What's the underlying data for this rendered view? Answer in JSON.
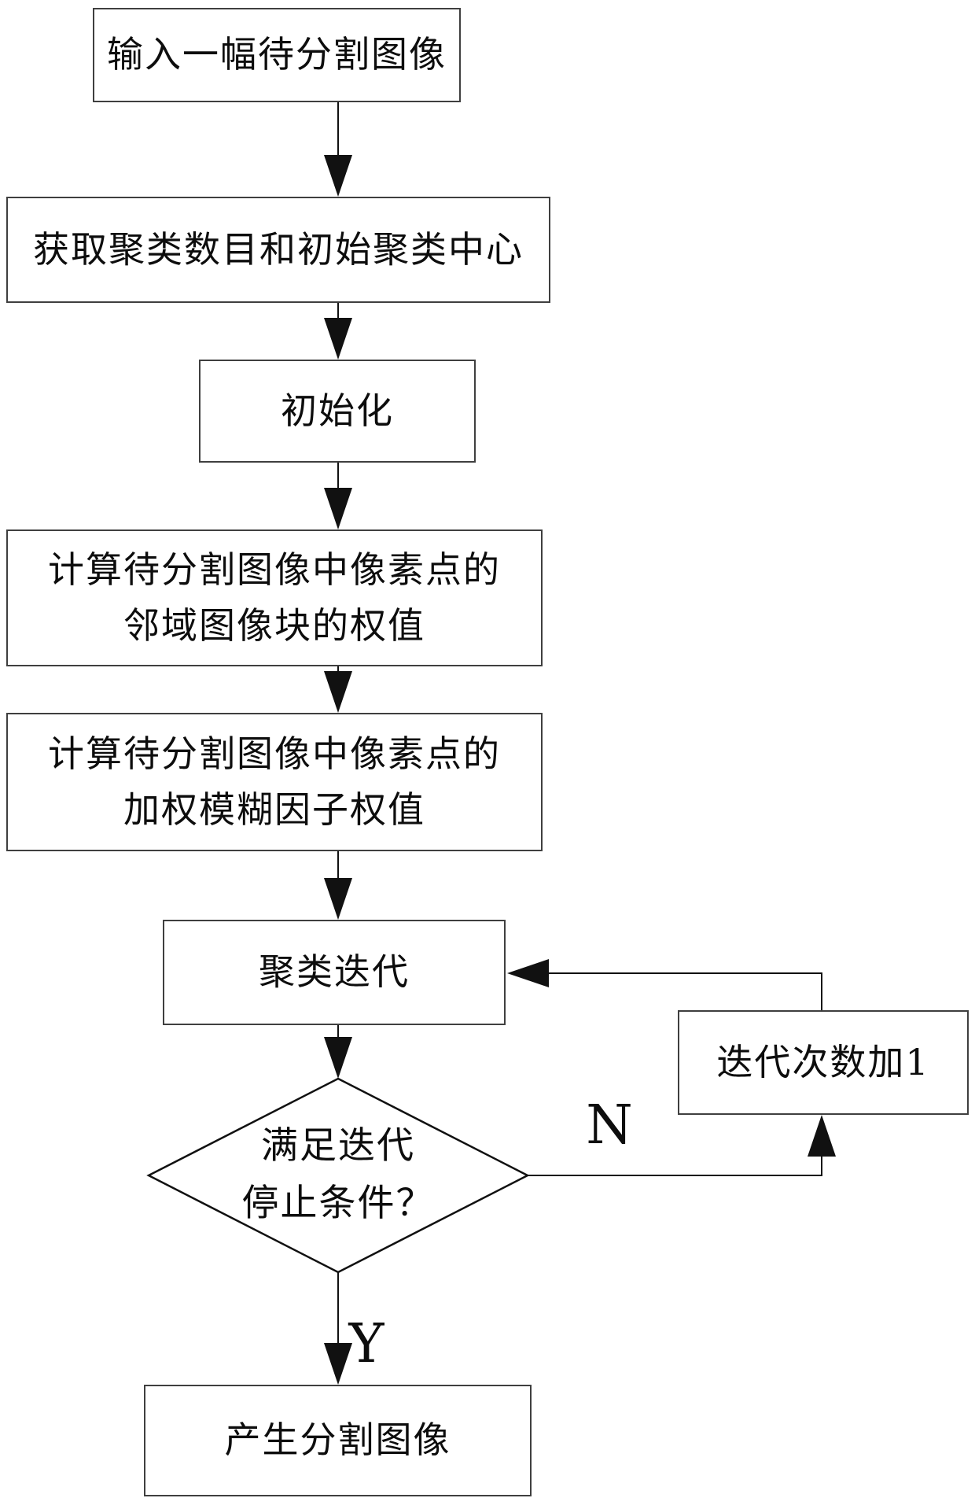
{
  "nodes": {
    "input": {
      "label": "输入一幅待分割图像"
    },
    "acquire": {
      "label": "获取聚类数目和初始聚类中心"
    },
    "init": {
      "label": "初始化"
    },
    "neighborhood": {
      "line1": "计算待分割图像中像素点的",
      "line2": "邻域图像块的权值"
    },
    "fuzzy": {
      "line1": "计算待分割图像中像素点的",
      "line2": "加权模糊因子权值"
    },
    "cluster": {
      "label": "聚类迭代"
    },
    "decision": {
      "line1": "满足迭代",
      "line2": "停止条件？"
    },
    "increment": {
      "label": "迭代次数加1"
    },
    "output": {
      "label": "产生分割图像"
    }
  },
  "edge_labels": {
    "no": "N",
    "yes": "Y"
  },
  "colors": {
    "ink": "#111111",
    "box_border": "#3f3f3f",
    "background": "#ffffff"
  }
}
